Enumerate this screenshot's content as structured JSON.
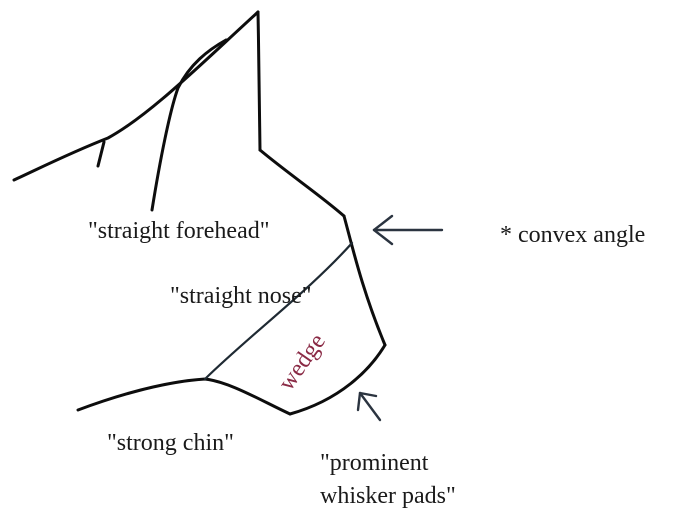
{
  "labels": {
    "straight_forehead": "\"straight forehead\"",
    "convex_angle": "* convex angle",
    "straight_nose": "\"straight nose\"",
    "wedge": "wedge",
    "strong_chin": "\"strong chin\"",
    "prominent_line1": "\"prominent",
    "prominent_line2": "whisker pads\""
  },
  "colors": {
    "ink": "#0d0d0d",
    "text": "#1a1a1a",
    "wedge_text": "#8a2a45",
    "arrow": "#2b3440"
  }
}
